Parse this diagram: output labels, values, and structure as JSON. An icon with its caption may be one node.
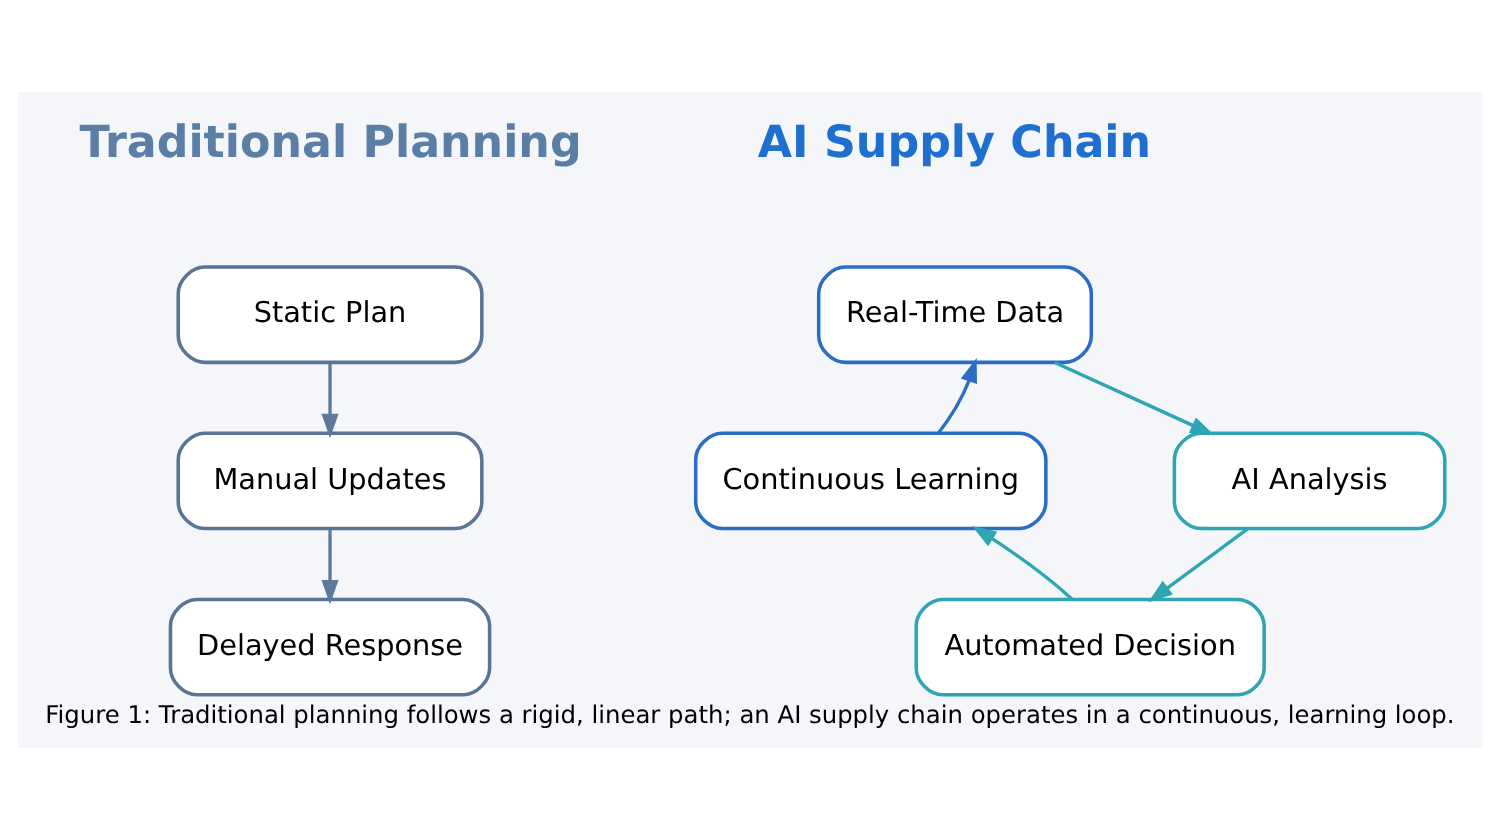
{
  "diagram": {
    "caption": "Figure 1: Traditional planning follows a rigid, linear path; an AI supply chain operates in a continuous, learning loop.",
    "nodes": [
      {
        "text": [
          "Static Plan"
        ]
      },
      {
        "text": [
          "Manual Updates"
        ]
      },
      {
        "text": [
          "Delayed Response"
        ]
      },
      {
        "text": [
          "Real-Time Data"
        ]
      },
      {
        "text": [
          "AI Analysis"
        ]
      },
      {
        "text": [
          "Automated Decision"
        ]
      },
      {
        "text": [
          "Continuous Learning"
        ]
      }
    ],
    "edges": [
      {
        "from": 0,
        "to": 1,
        "arrow": "to",
        "color": "#5b7a9c"
      },
      {
        "from": 1,
        "to": 2,
        "arrow": "to",
        "color": "#5b7a9c"
      },
      {
        "from": 3,
        "to": 4,
        "arrow": "to"
      },
      {
        "from": 4,
        "to": 5,
        "arrow": "to"
      },
      {
        "from": 5,
        "to": 6,
        "arrow": "to"
      },
      {
        "from": 6,
        "to": 3,
        "arrow": "to",
        "color": "#2b6cc4"
      }
    ],
    "labels": [
      "Traditional Planning",
      "AI Supply Chain"
    ]
  }
}
